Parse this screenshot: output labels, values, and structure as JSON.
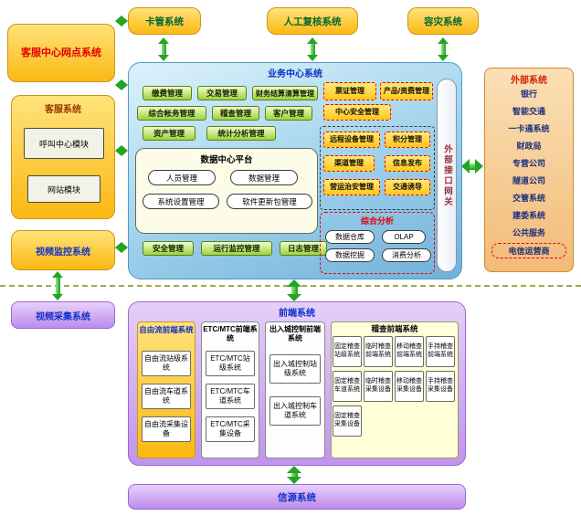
{
  "diagram": {
    "top_systems": [
      "卡管系统",
      "人工复核系统",
      "容灾系统"
    ],
    "left": {
      "branch_label": "客服中心网点系统",
      "customer_service_title": "客服系统",
      "customer_service_modules": [
        "呼叫中心模块",
        "网站模块"
      ],
      "video_monitor_label": "视频监控系统",
      "video_capture_label": "视频采集系统"
    },
    "business_center": {
      "title": "业务中心系统",
      "mgmt_buttons": [
        "缴费管理",
        "交易管理",
        "财务结算清算管理",
        "综合帐务管理",
        "稽查管理",
        "客户管理",
        "资产管理",
        "统计分析管理"
      ],
      "data_center": {
        "title": "数据中心平台",
        "items": [
          "人员管理",
          "数据管理",
          "系统设置管理",
          "软件更新包管理"
        ]
      },
      "ops_buttons": [
        "安全管理",
        "运行监控管理",
        "日志管理"
      ],
      "ticket_buttons": [
        "票证管理",
        "产品/资费管理",
        "中心安全管理"
      ],
      "extended_buttons": [
        "远程设备管理",
        "积分管理",
        "渠道管理",
        "信息发布",
        "营运治安管理",
        "交通诱导"
      ],
      "analysis": {
        "title": "综合分析",
        "items": [
          "数据仓库",
          "OLAP",
          "数据挖掘",
          "消费分析"
        ]
      },
      "gateway_label": "外部接口网关"
    },
    "external": {
      "title": "外部系统",
      "items": [
        "银行",
        "智能交通",
        "一卡通系统",
        "财政局",
        "专营公司",
        "隧道公司",
        "交管系统",
        "建委系统",
        "公共服务"
      ],
      "highlighted": "电信运营商"
    },
    "frontend": {
      "title": "前端系统",
      "free_flow": {
        "title": "自由流前端系统",
        "items": [
          "自由流站级系统",
          "自由流车道系统",
          "自由流采集设备"
        ]
      },
      "etc_mtc": {
        "title": "ETC/MTC前端系统",
        "items": [
          "ETC/MTC站级系统",
          "ETC/MTC车道系统",
          "ETC/MTC采集设备"
        ]
      },
      "city_control": {
        "title": "出入城控制前端系统",
        "items": [
          "出入城控制站级系统",
          "出入城控制车道系统"
        ]
      },
      "inspection": {
        "title": "稽查前端系统",
        "cells": [
          "固定稽查站级系统",
          "临时稽查前端系统",
          "移动稽查前端系统",
          "手持稽查前端系统",
          "固定稽查车道系统",
          "临时稽查采集设备",
          "移动稽查采集设备",
          "手持稽查采集设备",
          "固定稽查采集设备"
        ]
      }
    },
    "source_label": "信源系统",
    "colors": {
      "arrow_green": "#23a523",
      "highlight_red": "#e80000"
    }
  }
}
